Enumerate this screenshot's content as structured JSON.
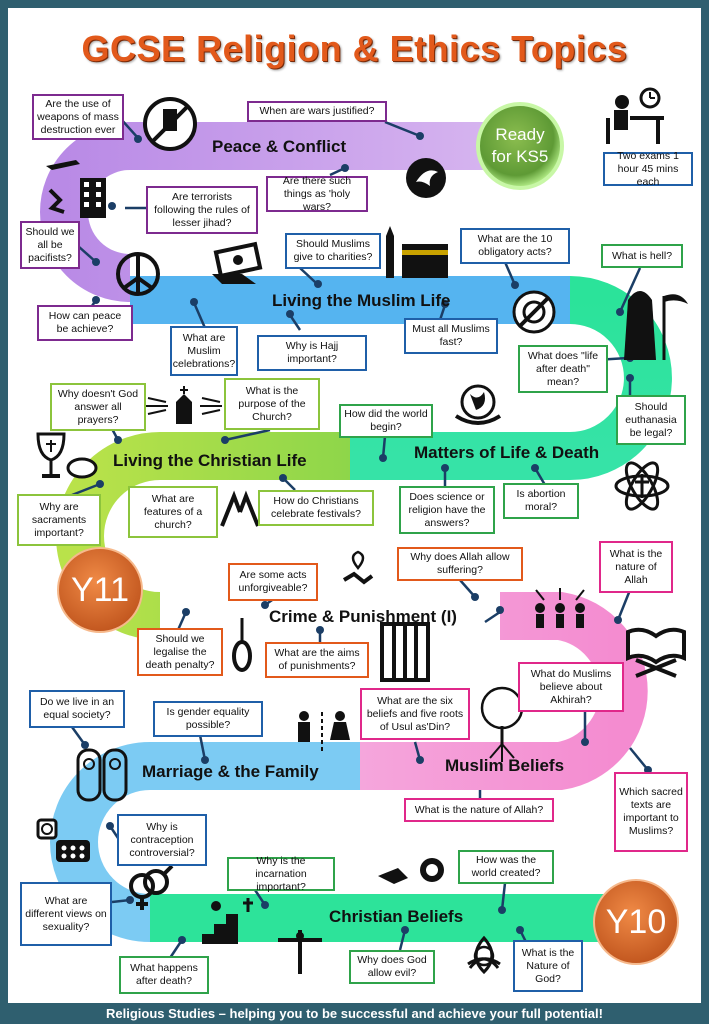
{
  "title": "GCSE Religion & Ethics Topics",
  "footer": "Religious Studies – helping you to be successful and achieve your full potential!",
  "badges": {
    "ks5": "Ready for KS5",
    "y11": "Y11",
    "y10": "Y10"
  },
  "exams": "Two exams 1 hour 45 mins each",
  "sections": {
    "peace": "Peace & Conflict",
    "muslim_life": "Living the Muslim Life",
    "christian_life": "Living the Christian Life",
    "life_death": "Matters of Life & Death",
    "crime": "Crime & Punishment (I)",
    "marriage": "Marriage & the Family",
    "muslim_beliefs": "Muslim Beliefs",
    "christian_beliefs": "Christian Beliefs"
  },
  "questions": {
    "wmd": "Are the use of weapons of mass destruction ever",
    "wars": "When are wars justified?",
    "terrorists": "Are terrorists following the rules of lesser jihad?",
    "holy_wars": "Are there such things as 'holy wars?",
    "pacifists": "Should we all be pacifists?",
    "peace_achieve": "How can peace be achieve?",
    "charities": "Should Muslims give to charities?",
    "ten_acts": "What are the 10 obligatory acts?",
    "hell": "What is hell?",
    "celebrations": "What are Muslim celebrations?",
    "hajj": "Why is Hajj important?",
    "fast": "Must all Muslims fast?",
    "after_death_mean": "What does \"life after death\" mean?",
    "euthanasia": "Should euthanasia be legal?",
    "prayers": "Why doesn't God answer all prayers?",
    "church_purpose": "What is the purpose of the Church?",
    "world_begin": "How did the world begin?",
    "sacraments": "Why are sacraments important?",
    "church_features": "What are features of a church?",
    "festivals": "How do Christians celebrate festivals?",
    "science": "Does science or religion have the answers?",
    "abortion": "Is abortion moral?",
    "unforgiveable": "Are some acts unforgiveable?",
    "suffering": "Why does Allah allow suffering?",
    "nature_allah_1": "What is the nature of Allah",
    "death_penalty": "Should we legalise the death penalty?",
    "punishments": "What are the aims of punishments?",
    "akhirah": "What do Muslims believe about Akhirah?",
    "equal_society": "Do we live in an equal society?",
    "gender": "Is gender equality possible?",
    "six_beliefs": "What are the six beliefs and five roots of Usul as'Din?",
    "nature_allah_2": "What is the nature of Allah?",
    "sacred_texts": "Which sacred texts are important to Muslims?",
    "contraception": "Why is contraception controversial?",
    "incarnation": "Why is the incarnation important?",
    "world_created": "How was the world created?",
    "sexuality": "What are different views on sexuality?",
    "after_death": "What happens after death?",
    "evil": "Why does God allow evil?",
    "nature_god": "What is the Nature of God?"
  },
  "icons": [
    "no-weapons-icon",
    "dove-icon",
    "teacher-desk-icon",
    "bombing-icon",
    "money-hand-icon",
    "mosque-kaaba-icon",
    "no-food-icon",
    "reaper-icon",
    "peace-symbol-icon",
    "church-icon",
    "chalice-bread-icon",
    "praying-hands-icon",
    "earth-hands-icon",
    "atom-cross-icon",
    "handshake-heart-icon",
    "noose-icon",
    "prison-icon",
    "community-icon",
    "quran-icon",
    "gender-couple-icon",
    "women-couple-icon",
    "tree-roots-icon",
    "contraception-icon",
    "gender-symbols-icon",
    "climbing-stairs-icon",
    "crucifix-icon",
    "creation-icon",
    "trinity-icon"
  ],
  "colors": {
    "peace": "#c9a0e8",
    "muslim_life": "#55b4f0",
    "life_death": "#2de39a",
    "christian_life": "#b6e24a",
    "crime": "#f5a07a",
    "muslim_beliefs": "#f39ad8",
    "marriage": "#7ccbf3",
    "christian_beliefs": "#2de39a",
    "title": "#e2591b"
  }
}
